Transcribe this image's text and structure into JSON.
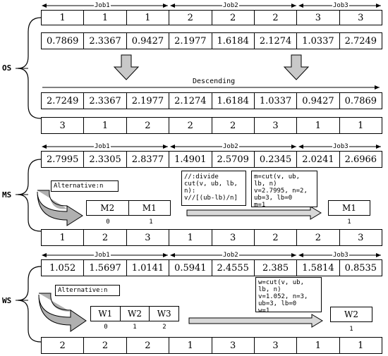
{
  "os": {
    "label": "OS",
    "jobs": [
      "Job1",
      "Job2",
      "Job3"
    ],
    "row1": [
      "1",
      "1",
      "1",
      "2",
      "2",
      "2",
      "3",
      "3"
    ],
    "row2": [
      "0.7869",
      "2.3367",
      "0.9427",
      "2.1977",
      "1.6184",
      "2.1274",
      "1.0337",
      "2.7249"
    ],
    "descending": "Descending",
    "row3": [
      "2.7249",
      "2.3367",
      "2.1977",
      "2.1274",
      "1.6184",
      "1.0337",
      "0.9427",
      "0.7869"
    ],
    "row4": [
      "3",
      "1",
      "2",
      "2",
      "2",
      "3",
      "1",
      "1"
    ]
  },
  "ms": {
    "label": "MS",
    "jobs": [
      "Job1",
      "Job2",
      "Job3"
    ],
    "row1": [
      "2.7995",
      "2.3305",
      "2.8377",
      "1.4901",
      "2.5709",
      "0.2345",
      "2.0241",
      "2.6966"
    ],
    "alternative": "Alternative:n",
    "alt_machines": [
      "M2",
      "M1"
    ],
    "alt_index": [
      "0",
      "1"
    ],
    "formula_lines": [
      "//:divide",
      "cut(v, ub, lb, n):",
      "v//[(ub-lb)/n]"
    ],
    "example_lines": [
      "m=cut(v, ub, lb, n)",
      "v=2.7995, n=2,",
      "ub=3, lb=0",
      "m=1"
    ],
    "result_machine": "M1",
    "result_index": "1",
    "row2": [
      "1",
      "2",
      "3",
      "1",
      "3",
      "2",
      "2",
      "3"
    ]
  },
  "ws": {
    "label": "WS",
    "jobs": [
      "Job1",
      "Job2",
      "Job3"
    ],
    "row1": [
      "1.052",
      "1.5697",
      "1.0141",
      "0.5941",
      "2.4555",
      "2.385",
      "1.5814",
      "0.8535"
    ],
    "alternative": "Alternative:n",
    "alt_workers": [
      "W1",
      "W2",
      "W3"
    ],
    "alt_index": [
      "0",
      "1",
      "2"
    ],
    "example_lines": [
      "w=cut(v, ub, lb, n)",
      "v=1.052, n=3,",
      "ub=3, lb=0",
      "w=1"
    ],
    "result_worker": "W2",
    "result_index": "1",
    "row2": [
      "2",
      "2",
      "2",
      "1",
      "3",
      "3",
      "1",
      "1"
    ]
  }
}
